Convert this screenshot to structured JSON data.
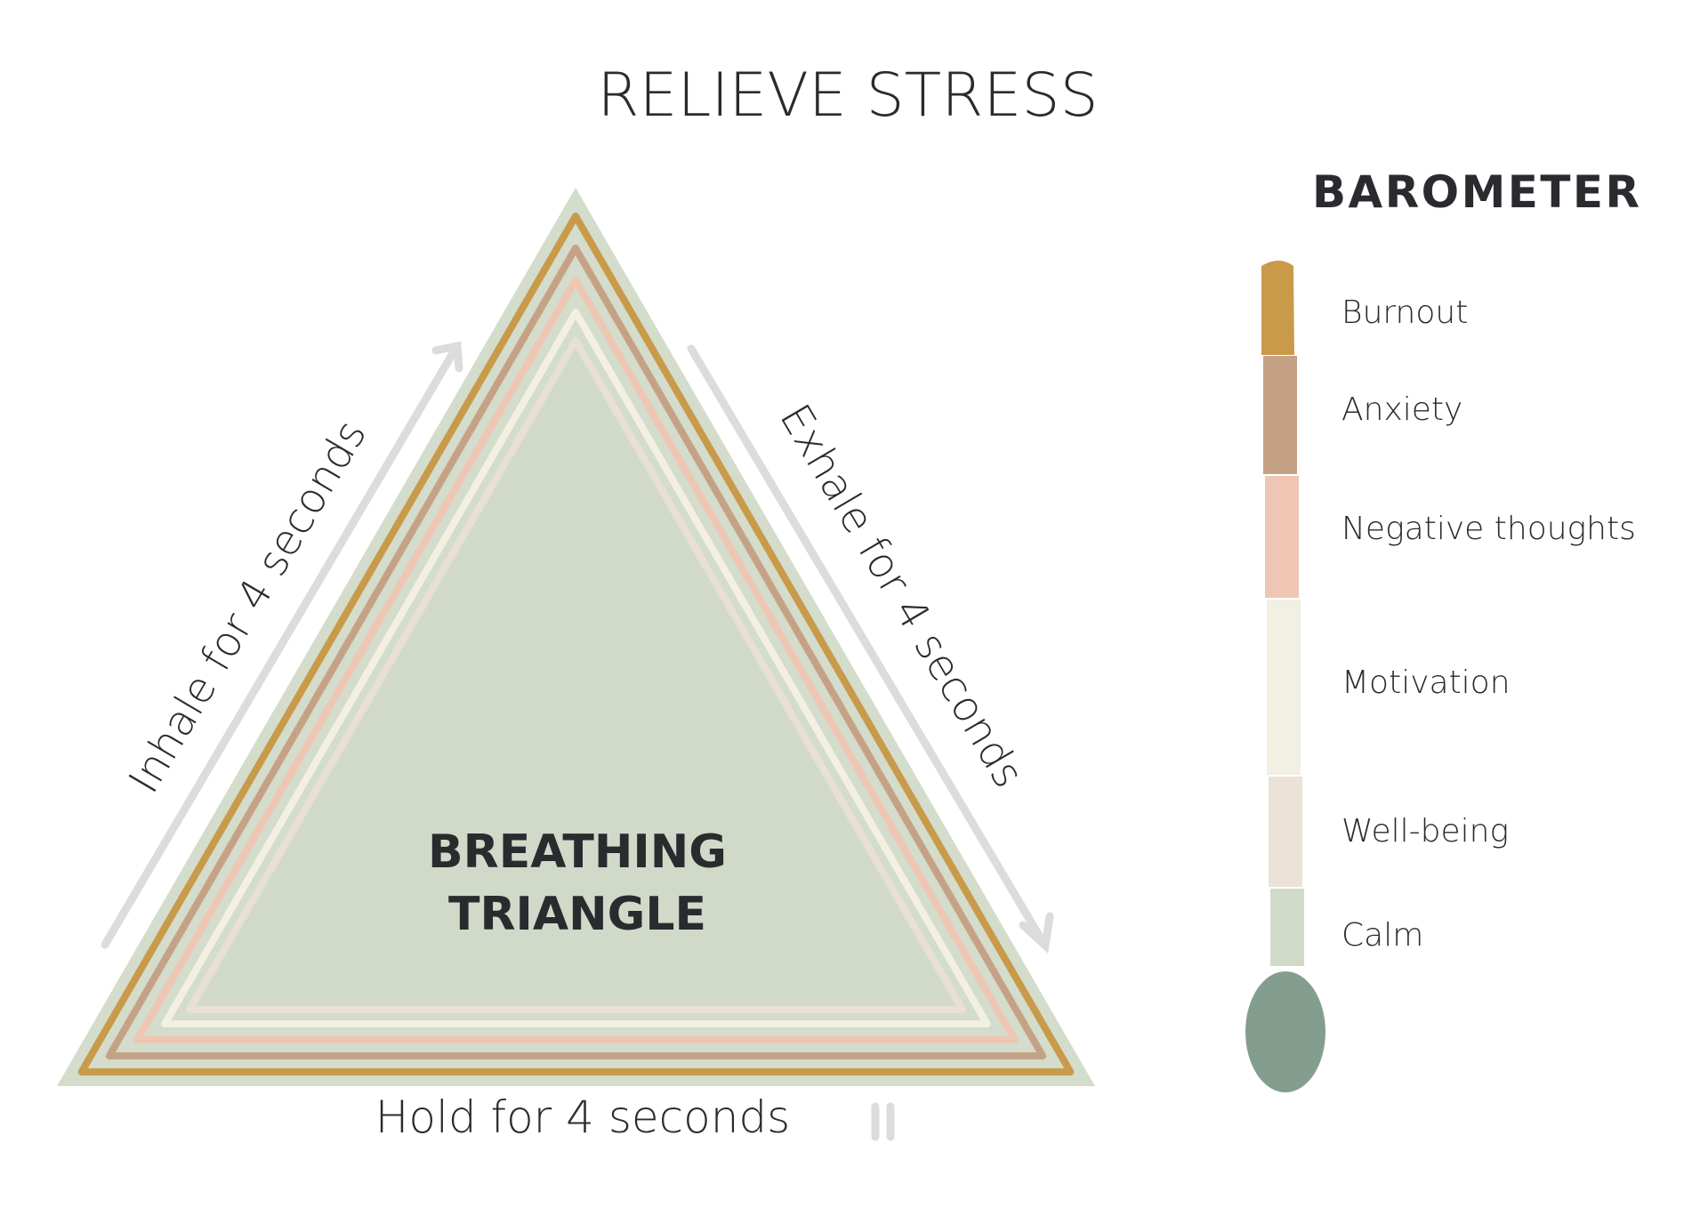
{
  "title": "RELIEVE STRESS",
  "triangle": {
    "title_line1": "BREATHING",
    "title_line2": "TRIANGLE",
    "inhale_label": "Inhale for 4 seconds",
    "exhale_label": "Exhale for 4 seconds",
    "hold_label": "Hold for 4 seconds",
    "hold_icon": "pause-icon",
    "colors": {
      "outer": "#d4dccb",
      "fill": "#d1dac9",
      "arrow": "#dcdcdc",
      "bands": [
        "#c99a4a",
        "#c5a286",
        "#efc6b3",
        "#f3f0e2",
        "#e8e0d3"
      ]
    }
  },
  "barometer": {
    "title": "BAROMETER",
    "levels": [
      {
        "label": "Burnout",
        "color": "#c99a4a"
      },
      {
        "label": "Anxiety",
        "color": "#c5a286"
      },
      {
        "label": "Negative thoughts",
        "color": "#efc6b3"
      },
      {
        "label": "Motivation",
        "color": "#f2efe3"
      },
      {
        "label": "Well-being",
        "color": "#ebe3d8"
      },
      {
        "label": "Calm",
        "color": "#d1dac9"
      }
    ],
    "bulb_color": "#839e8e"
  }
}
